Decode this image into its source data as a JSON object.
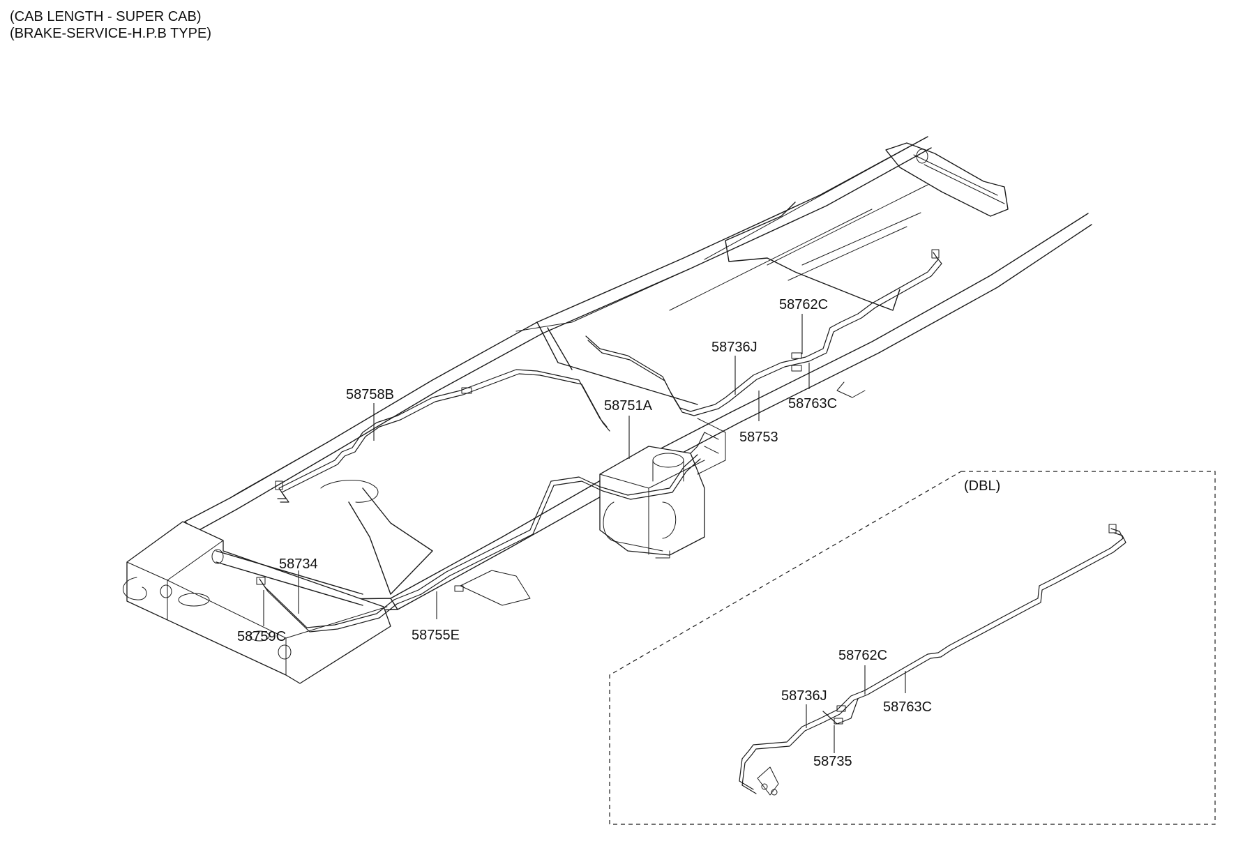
{
  "header": {
    "line1": "(CAB LENGTH - SUPER CAB)",
    "line2": "(BRAKE-SERVICE-H.P.B TYPE)"
  },
  "inset": {
    "label": "(DBL)"
  },
  "callouts": {
    "main": [
      "58758B",
      "58751A",
      "58736J",
      "58762C",
      "58763C",
      "58753",
      "58734",
      "58759C",
      "58755E"
    ],
    "inset": [
      "58762C",
      "58736J",
      "58763C",
      "58735"
    ]
  }
}
